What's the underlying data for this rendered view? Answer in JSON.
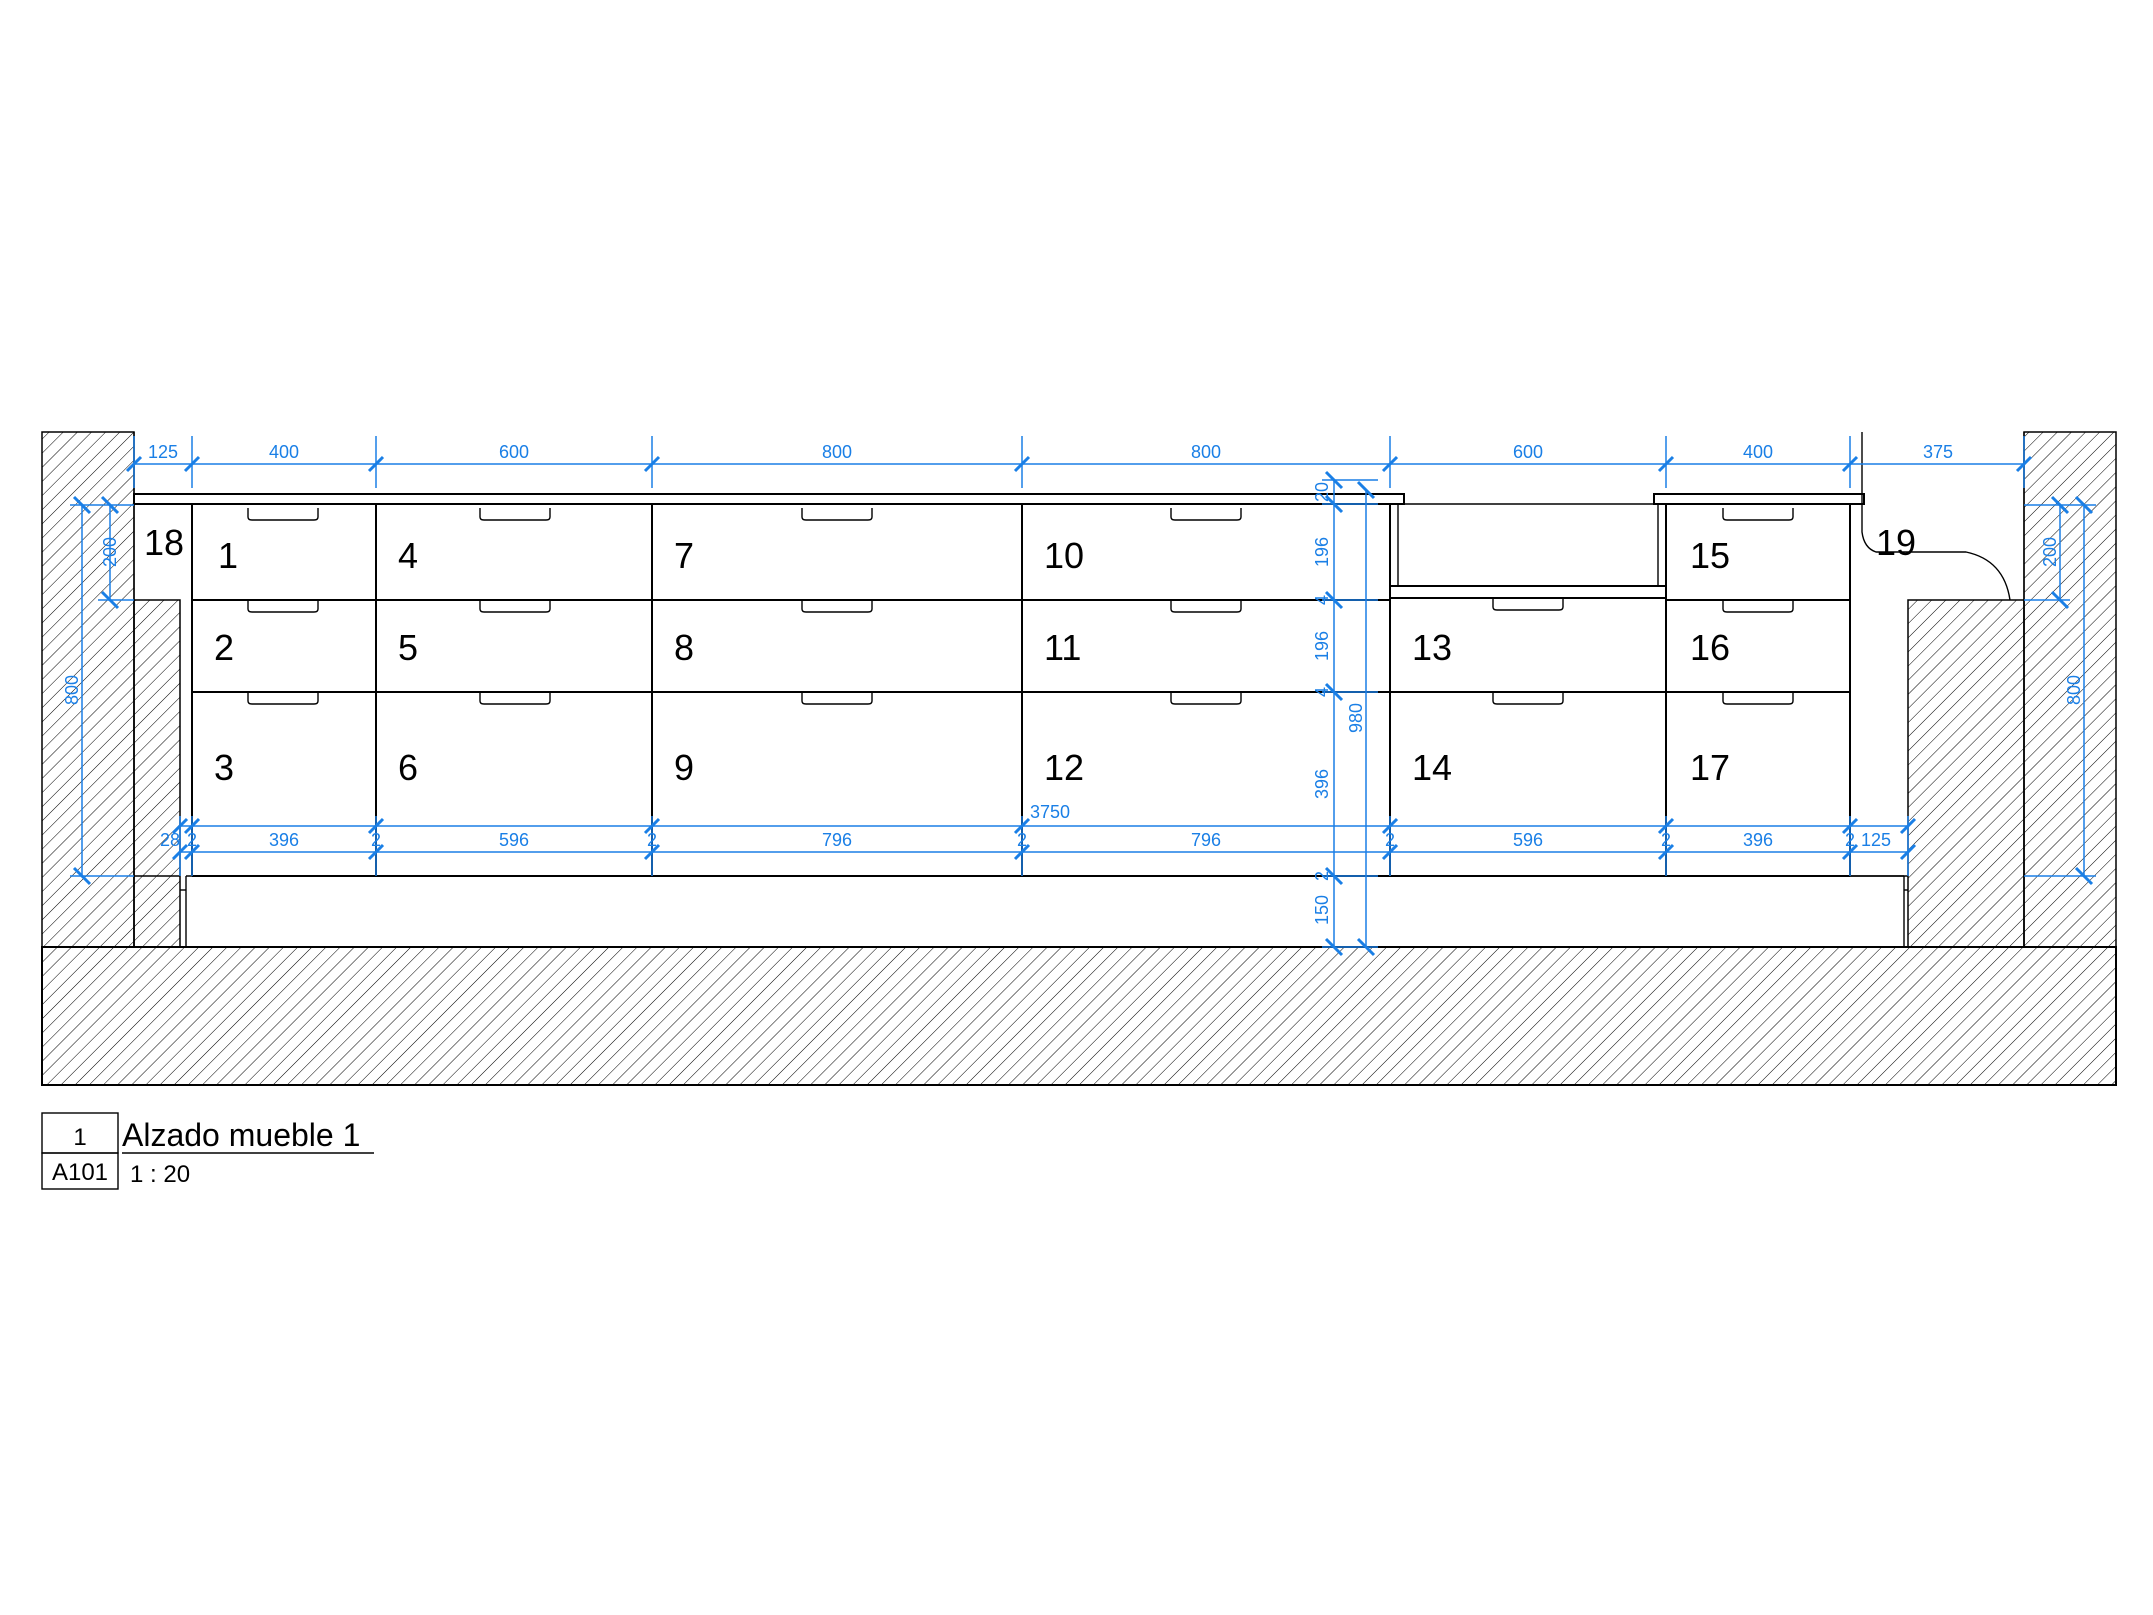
{
  "colors": {
    "dimension": "#1a7fe6",
    "line": "#000000",
    "background": "#ffffff"
  },
  "modules": [
    {
      "id": "1"
    },
    {
      "id": "2"
    },
    {
      "id": "3"
    },
    {
      "id": "4"
    },
    {
      "id": "5"
    },
    {
      "id": "6"
    },
    {
      "id": "7"
    },
    {
      "id": "8"
    },
    {
      "id": "9"
    },
    {
      "id": "10"
    },
    {
      "id": "11"
    },
    {
      "id": "12"
    },
    {
      "id": "13"
    },
    {
      "id": "14"
    },
    {
      "id": "15"
    },
    {
      "id": "16"
    },
    {
      "id": "17"
    },
    {
      "id": "18"
    },
    {
      "id": "19"
    }
  ],
  "dims_top": [
    "125",
    "400",
    "600",
    "800",
    "800",
    "600",
    "400",
    "375"
  ],
  "dims_bottom": [
    "28",
    "396",
    "596",
    "796",
    "796",
    "596",
    "396",
    "125"
  ],
  "dims_bottom_ticks": [
    "2",
    "2",
    "2",
    "2",
    "2",
    "2",
    "2"
  ],
  "dims_vertical": [
    "20",
    "196",
    "4",
    "196",
    "4",
    "396",
    "2",
    "150"
  ],
  "dim_total_height": "980",
  "dim_total_width": "3750",
  "dims_left": [
    "200",
    "800"
  ],
  "dims_right": [
    "200",
    "800"
  ],
  "title": {
    "name": "Alzado mueble 1",
    "number": "1",
    "sheet": "A101",
    "scale": "1 : 20"
  }
}
